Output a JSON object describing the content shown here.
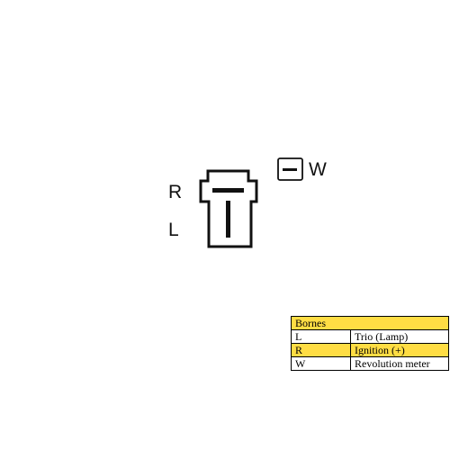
{
  "connector": {
    "pin_labels": {
      "R": "R",
      "L": "L",
      "W": "W"
    }
  },
  "legend": {
    "header": "Bornes",
    "rows": [
      {
        "code": "L",
        "desc": "Trio (Lamp)",
        "highlight": false
      },
      {
        "code": "R",
        "desc": "Ignition (+)",
        "highlight": true
      },
      {
        "code": "W",
        "desc": "Revolution meter",
        "highlight": false
      }
    ]
  },
  "colors": {
    "ink": "#111111",
    "highlight": "#ffdd44",
    "background": "#ffffff"
  }
}
